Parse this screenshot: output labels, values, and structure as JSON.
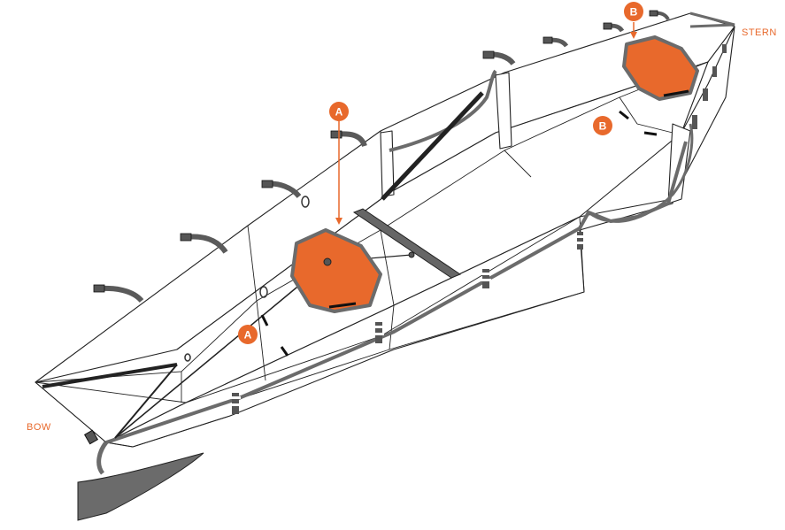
{
  "labels": {
    "bow": "BOW",
    "stern": "STERN",
    "badge_a_top": "A",
    "badge_a_bottom": "A",
    "badge_b_top": "B",
    "badge_b_side": "B"
  },
  "colors": {
    "accent": "#e8692c",
    "hull_outline": "#222222",
    "rim": "#6b6b6b",
    "handle": "#5a5a5a"
  }
}
